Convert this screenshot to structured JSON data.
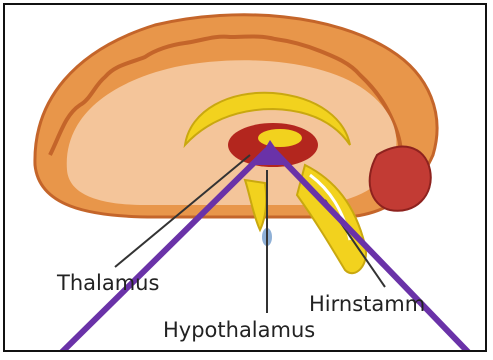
{
  "labels": {
    "thalamus": "Thalamus",
    "hypothalamus": "Hypothalamus",
    "hirnstamm": "Hirnstamm"
  },
  "colors": {
    "cortex": "#e8964a",
    "cortex_dark": "#c4652a",
    "inner": "#f4c59a",
    "yellow": "#f2d21e",
    "red": "#b3261e",
    "cerebellum": "#c23b34",
    "arrow": "#6a32a8"
  }
}
